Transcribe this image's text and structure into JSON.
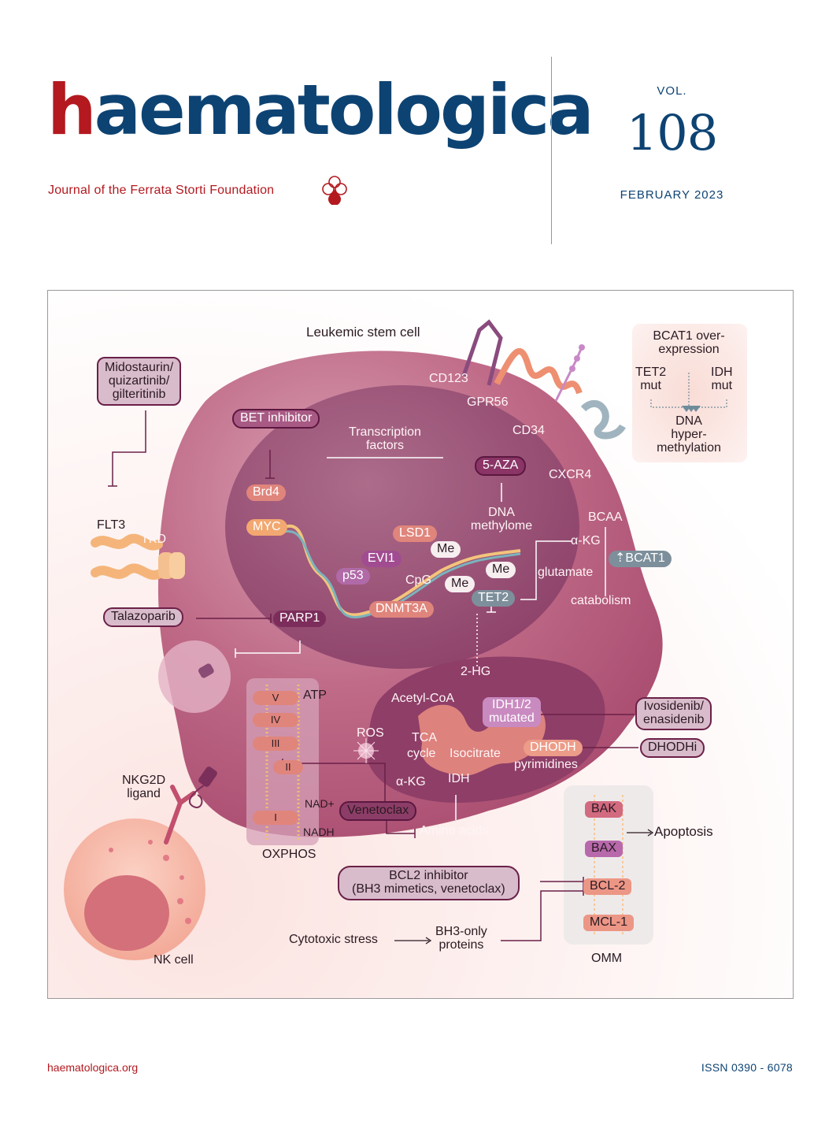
{
  "masthead": {
    "logo_first": "h",
    "logo_rest": "aematologica",
    "subtitle": "Journal of the Ferrata Storti Foundation",
    "vol_label": "VOL.",
    "vol_number": "108",
    "issue_date": "FEBRUARY 2023",
    "colors": {
      "brand_red": "#b3191f",
      "brand_blue": "#0d4373"
    }
  },
  "figure": {
    "cell_title": "Leukemic stem cell",
    "surface_markers": [
      "CD123",
      "GPR56",
      "CD34",
      "CXCR4"
    ],
    "nucleus": {
      "title": "Transcription factors",
      "bet_inhibitor": "BET inhibitor",
      "brd4": "Brd4",
      "myc": "MYC",
      "lsd1": "LSD1",
      "evi1": "EVI1",
      "p53": "p53",
      "cpg": "CpG",
      "me": "Me",
      "dnmt3a": "DNMT3A",
      "tet2": "TET2",
      "five_aza": "5-AZA",
      "dna_methylome": "DNA methylome",
      "parp1": "PARP1"
    },
    "bcaa": {
      "bcaa": "BCAA",
      "akg": "α-KG",
      "glutamate": "glutamate",
      "bcat1": "BCAT1",
      "catabolism": "catabolism"
    },
    "bcat1_box": {
      "line1": "BCAT1 over-",
      "line2": "expression",
      "tet2": "TET2",
      "tet2_mut": "mut",
      "idh": "IDH",
      "idh_mut": "mut",
      "dna": "DNA",
      "hyper": "hyper-",
      "methylation": "methylation"
    },
    "flt3": {
      "drug_line1": "Midostaurin/",
      "drug_line2": "quizartinib/",
      "drug_line3": "gilteritinib",
      "flt3": "FLT3",
      "tkd": "TKD"
    },
    "talazoparib": "Talazoparib",
    "oxphos": {
      "complexes": [
        "V",
        "IV",
        "III",
        "II",
        "I"
      ],
      "atp": "ATP",
      "nad": "NAD+",
      "nadh": "NADH",
      "title": "OXPHOS",
      "ros": "ROS"
    },
    "mito": {
      "two_hg": "2-HG",
      "acetyl_coa": "Acetyl-CoA",
      "tca": "TCA",
      "cycle": "cycle",
      "isocitrate": "Isocitrate",
      "akg": "α-KG",
      "idh": "IDH",
      "idh_mut_line1": "IDH1/2",
      "idh_mut_line2": "mutated",
      "dhodh": "DHODH",
      "pyrimidines": "pyrimidines",
      "amino_acids": "Amino acids"
    },
    "drugs_right": {
      "ivo_line1": "Ivosidenib/",
      "ivo_line2": "enasidenib",
      "dhodhi": "DHODHi"
    },
    "venetoclax": "Venetoclax",
    "nk": {
      "ligand_line1": "NKG2D",
      "ligand_line2": "ligand",
      "nk_cell": "NK cell"
    },
    "apoptosis": {
      "bcl2_inhibitor_line1": "BCL2 inhibitor",
      "bcl2_inhibitor_line2": "(BH3 mimetics, venetoclax)",
      "cytotoxic_stress": "Cytotoxic stress",
      "bh3_line1": "BH3-only",
      "bh3_line2": "proteins",
      "proteins": [
        "BAK",
        "BAX",
        "BCL-2",
        "MCL-1"
      ],
      "apoptosis": "Apoptosis",
      "omm": "OMM"
    }
  },
  "footer": {
    "website": "haematologica.org",
    "issn": "ISSN 0390 - 6078"
  }
}
